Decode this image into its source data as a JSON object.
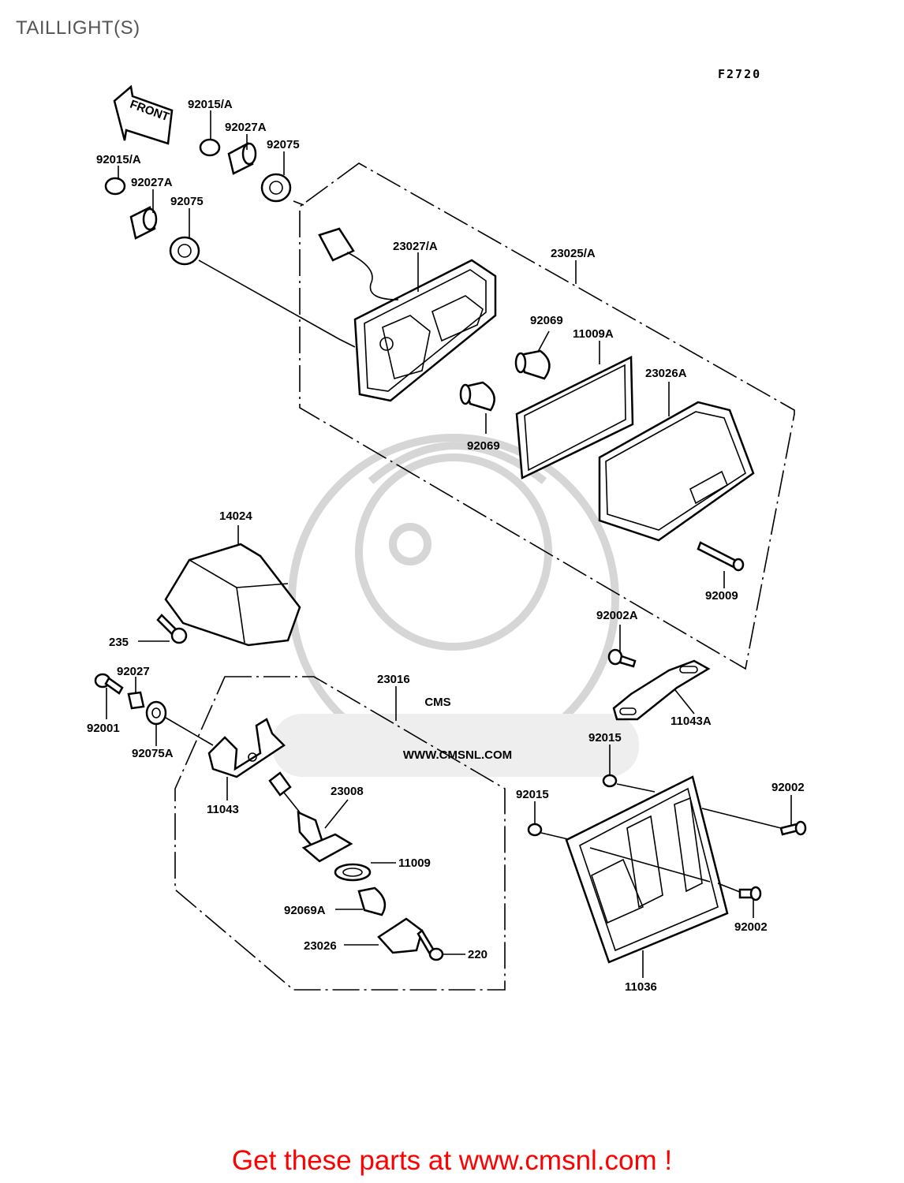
{
  "page_title": "TAILLIGHT(S)",
  "figure_code": "F2720",
  "front_arrow_label": "FRONT",
  "watermark": {
    "brand": "CMS",
    "url": "WWW.CMSNL.COM"
  },
  "callouts": {
    "p92015A_top": "92015/A",
    "p92027A_top": "92027A",
    "p92075_top": "92075",
    "p92015A_left": "92015/A",
    "p92027A_left": "92027A",
    "p92075_left": "92075",
    "p23027A": "23027/A",
    "p23025A": "23025/A",
    "p92069_upper": "92069",
    "p11009A": "11009A",
    "p23026A": "23026A",
    "p92069_lower": "92069",
    "p14024": "14024",
    "p92009": "92009",
    "p235": "235",
    "p92002A": "92002A",
    "p92027": "92027",
    "p23016": "23016",
    "p92001": "92001",
    "p92075A": "92075A",
    "p11043A": "11043A",
    "p92015_right": "92015",
    "p92015_mid": "92015",
    "p92002_upper": "92002",
    "p11043": "11043",
    "p23008": "23008",
    "p11009": "11009",
    "p92069A": "92069A",
    "p23026": "23026",
    "p220": "220",
    "p92002_lower": "92002",
    "p11036": "11036"
  },
  "promo_text": "Get these parts at www.cmsnl.com !"
}
